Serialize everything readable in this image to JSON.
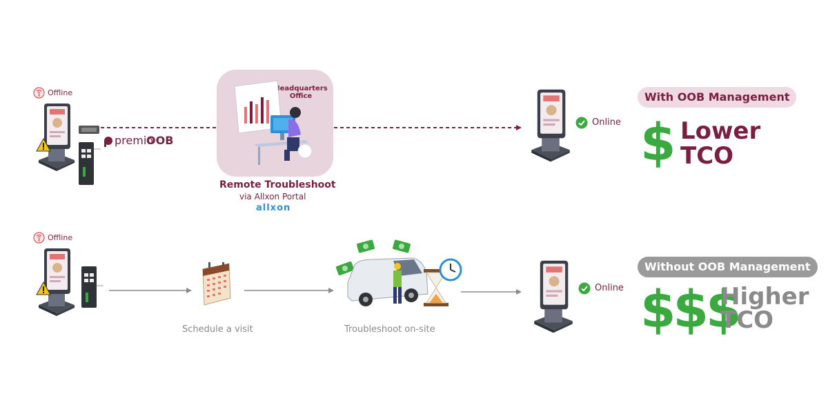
{
  "row1": {
    "status_offline": "Offline",
    "brand": "premio",
    "brand_suffix": "OOB",
    "hq_title": "Headquarters Office",
    "remote_title": "Remote Troubleshoot",
    "remote_sub": "via Allxon Portal",
    "allxon_logo": "allxon",
    "status_online": "Online",
    "pill": "With OOB Management",
    "dollar": "$",
    "tco_line1": "Lower",
    "tco_line2": "TCO"
  },
  "row2": {
    "status_offline": "Offline",
    "step1": "Schedule a visit",
    "step2": "Troubleshoot on-site",
    "status_online": "Online",
    "pill": "Without OOB Management",
    "dollar": "$$$",
    "tco_line1": "Higher",
    "tco_line2": "TCO"
  },
  "colors": {
    "maroon": "#7a1f3d",
    "green": "#3aa93f",
    "gray": "#8a8a8a",
    "pink_bg": "#e8d4dd"
  },
  "icons": [
    "offline-signal-icon",
    "warning-icon",
    "kiosk-icon",
    "oob-device-icon",
    "computer-user-illustration",
    "calendar-icon",
    "van-technician-illustration",
    "money-icon",
    "hourglass-icon",
    "clock-icon",
    "check-icon"
  ]
}
